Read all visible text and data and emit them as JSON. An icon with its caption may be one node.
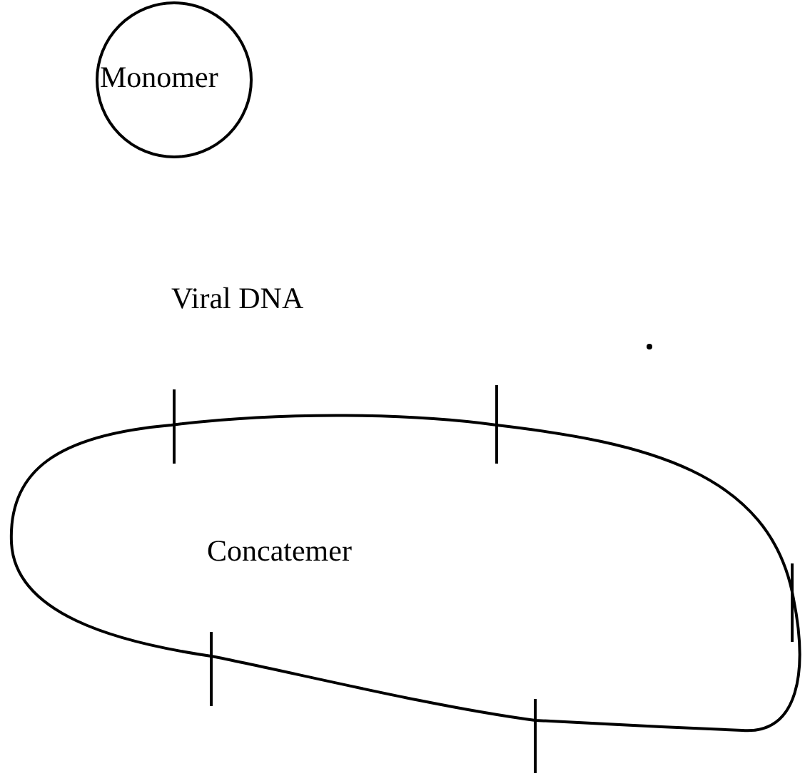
{
  "diagram": {
    "nodes": [
      {
        "text": [
          "Monomer"
        ]
      },
      {
        "text": [
          "Concatemer"
        ]
      }
    ],
    "labels": [
      "Viral DNA"
    ]
  }
}
